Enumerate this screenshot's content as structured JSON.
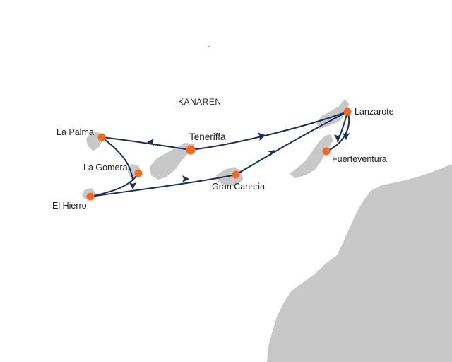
{
  "map": {
    "region_label": "KANAREN",
    "colors": {
      "background": "#ffffff",
      "land": "#c8c8c8",
      "route": "#1c2f5a",
      "port": "#f26a21",
      "text": "#222222"
    },
    "ports": [
      {
        "id": "lanzarote",
        "name": "Lanzarote"
      },
      {
        "id": "fuerteventura",
        "name": "Fuerteventura"
      },
      {
        "id": "teneriffa",
        "name": "Teneriffa"
      },
      {
        "id": "gran-canaria",
        "name": "Gran Canaria"
      },
      {
        "id": "la-palma",
        "name": "La Palma"
      },
      {
        "id": "la-gomera",
        "name": "La Gomera"
      },
      {
        "id": "el-hierro",
        "name": "El Hierro"
      }
    ]
  }
}
